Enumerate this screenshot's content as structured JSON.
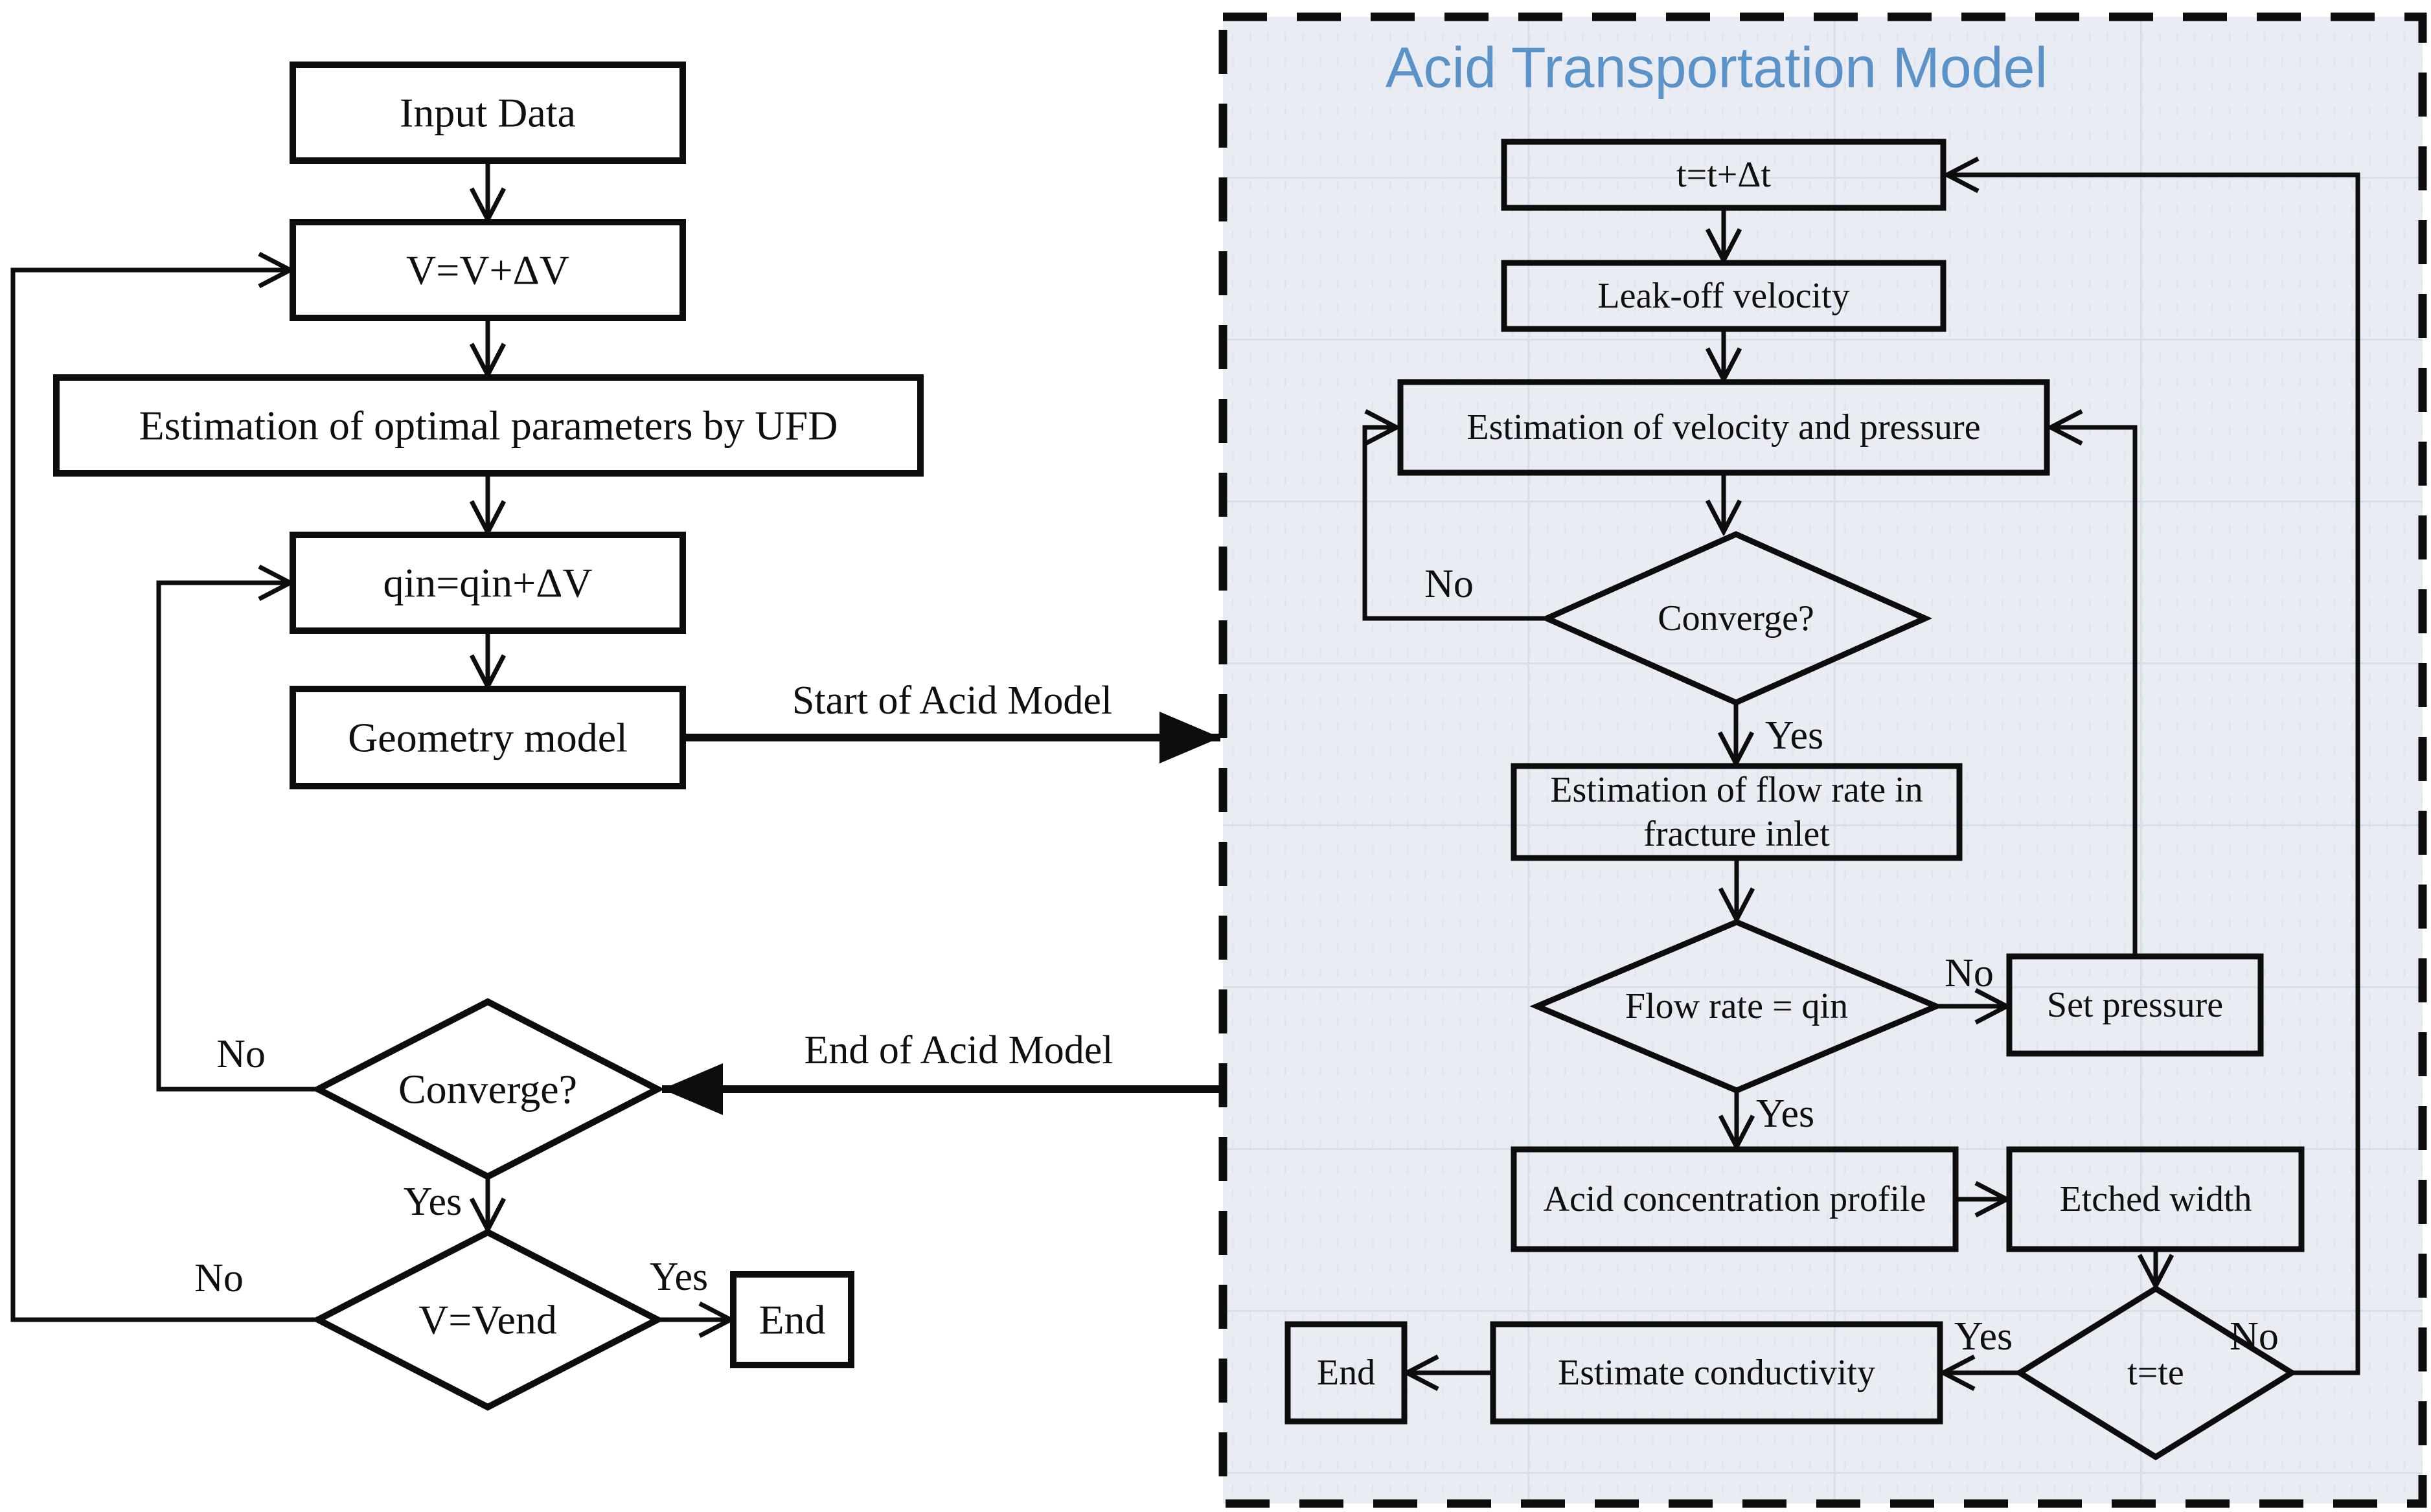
{
  "title": {
    "text": "Acid Transportation Model",
    "color": "#5b92c8"
  },
  "colors": {
    "panel_background": "#e9edf3",
    "panel_grid_line": "#d8dfe9",
    "panel_dot_texture": "#dfe5ee",
    "diagram_line": "#0d0d0d",
    "node_fill_left": "#ffffff"
  },
  "nodes": {
    "input_data": {
      "label": "Input Data"
    },
    "v_increment": {
      "label": "V=V+ΔV"
    },
    "ufd": {
      "label": "Estimation of optimal parameters by UFD"
    },
    "qin_increment": {
      "label": "qin=qin+ΔV"
    },
    "geometry": {
      "label": "Geometry model"
    },
    "converge_left": {
      "label": "Converge?"
    },
    "v_end": {
      "label": "V=Vend"
    },
    "end_left": {
      "label": "End"
    },
    "t_increment": {
      "label": "t=t+Δt"
    },
    "leak_off": {
      "label": "Leak-off velocity"
    },
    "velocity_pressure": {
      "label": "Estimation of velocity and pressure"
    },
    "converge_right": {
      "label": "Converge?"
    },
    "flow_inlet": {
      "line1": "Estimation of flow rate in",
      "line2": "fracture inlet"
    },
    "flow_rate": {
      "label": "Flow rate = qin"
    },
    "set_pressure": {
      "label": "Set pressure"
    },
    "acid_profile": {
      "label": "Acid concentration profile"
    },
    "etched_width": {
      "label": "Etched width"
    },
    "t_end": {
      "label": "t=te"
    },
    "est_conductivity": {
      "label": "Estimate conductivity"
    },
    "end_right": {
      "label": "End"
    }
  },
  "edge_labels": {
    "yes": "Yes",
    "no": "No",
    "start_acid": "Start of Acid Model",
    "end_acid": "End of Acid Model"
  }
}
